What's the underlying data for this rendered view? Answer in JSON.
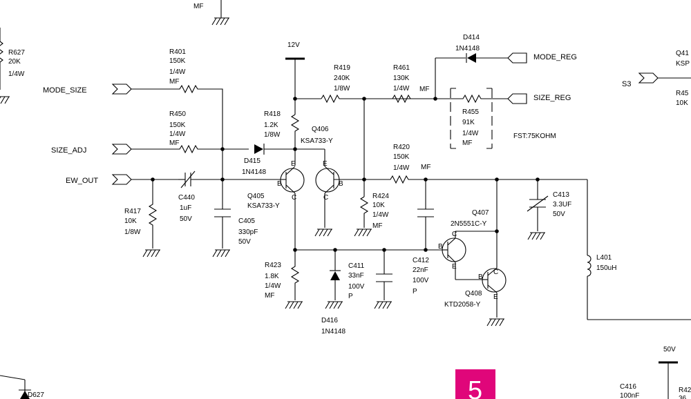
{
  "rail_12v": "12V",
  "rail_50v": "50V",
  "ports": {
    "mode_size": "MODE_SIZE",
    "size_adj": "SIZE_ADJ",
    "ew_out": "EW_OUT",
    "mode_reg": "MODE_REG",
    "size_reg": "SIZE_REG",
    "s3": "S3"
  },
  "note_fst": "FST:75KOHM",
  "page_badge": {
    "text": "5",
    "color": "#e0067a"
  },
  "components": {
    "r401": {
      "ref": "R401",
      "l1": "150K",
      "l2": "1/4W",
      "l3": "MF"
    },
    "r450": {
      "ref": "R450",
      "l1": "150K",
      "l2": "1/4W",
      "l3": "MF"
    },
    "r417": {
      "ref": "R417",
      "l1": "10K",
      "l2": "1/8W"
    },
    "c440": {
      "ref": "C440",
      "l1": "1uF",
      "l2": "50V"
    },
    "c405": {
      "ref": "C405",
      "l1": "330pF",
      "l2": "50V"
    },
    "d415": {
      "ref": "D415",
      "l1": "1N4148"
    },
    "r418": {
      "ref": "R418",
      "l1": "1.2K",
      "l2": "1/8W"
    },
    "q405": {
      "ref": "Q405",
      "l1": "KSA733-Y"
    },
    "q406": {
      "ref": "Q406",
      "l1": "KSA733-Y"
    },
    "r419": {
      "ref": "R419",
      "l1": "240K",
      "l2": "1/8W"
    },
    "r461": {
      "ref": "R461",
      "l1": "130K",
      "l2": "1/4W",
      "l3": "MF"
    },
    "d414": {
      "ref": "D414",
      "l1": "1N4148"
    },
    "r455": {
      "ref": "R455",
      "l1": "91K",
      "l2": "1/4W",
      "l3": "MF"
    },
    "r420": {
      "ref": "R420",
      "l1": "150K",
      "l2": "1/4W",
      "l3": "MF"
    },
    "r424": {
      "ref": "R424",
      "l1": "10K",
      "l2": "1/4W",
      "l3": "MF"
    },
    "c412": {
      "ref": "C412",
      "l1": "22nF",
      "l2": "100V",
      "l3": "P"
    },
    "r423": {
      "ref": "R423",
      "l1": "1.8K",
      "l2": "1/4W",
      "l3": "MF"
    },
    "d416": {
      "ref": "D416",
      "l1": "1N4148"
    },
    "c411": {
      "ref": "C411",
      "l1": "33nF",
      "l2": "100V",
      "l3": "P"
    },
    "q407": {
      "ref": "Q407",
      "l1": "2N5551C-Y"
    },
    "q408": {
      "ref": "Q408",
      "l1": "KTD2058-Y"
    },
    "c413": {
      "ref": "C413",
      "l1": "3.3UF",
      "l2": "50V"
    },
    "l401": {
      "ref": "L401",
      "l1": "150uH"
    },
    "r627": {
      "ref": "R627",
      "l1": "20K",
      "l2": "1/4W"
    },
    "d627": {
      "ref": "D627"
    },
    "c416": {
      "ref": "C416",
      "l1": "100nF"
    },
    "q41x": {
      "ref": "Q41",
      "l1": "KSP"
    },
    "r45x": {
      "ref": "R45",
      "l1": "10K"
    },
    "r42x": {
      "ref": "R42",
      "l1": "36"
    }
  },
  "pins": {
    "b": "B",
    "c": "C",
    "e": "E"
  },
  "misc": {
    "mf_top": "MF"
  }
}
